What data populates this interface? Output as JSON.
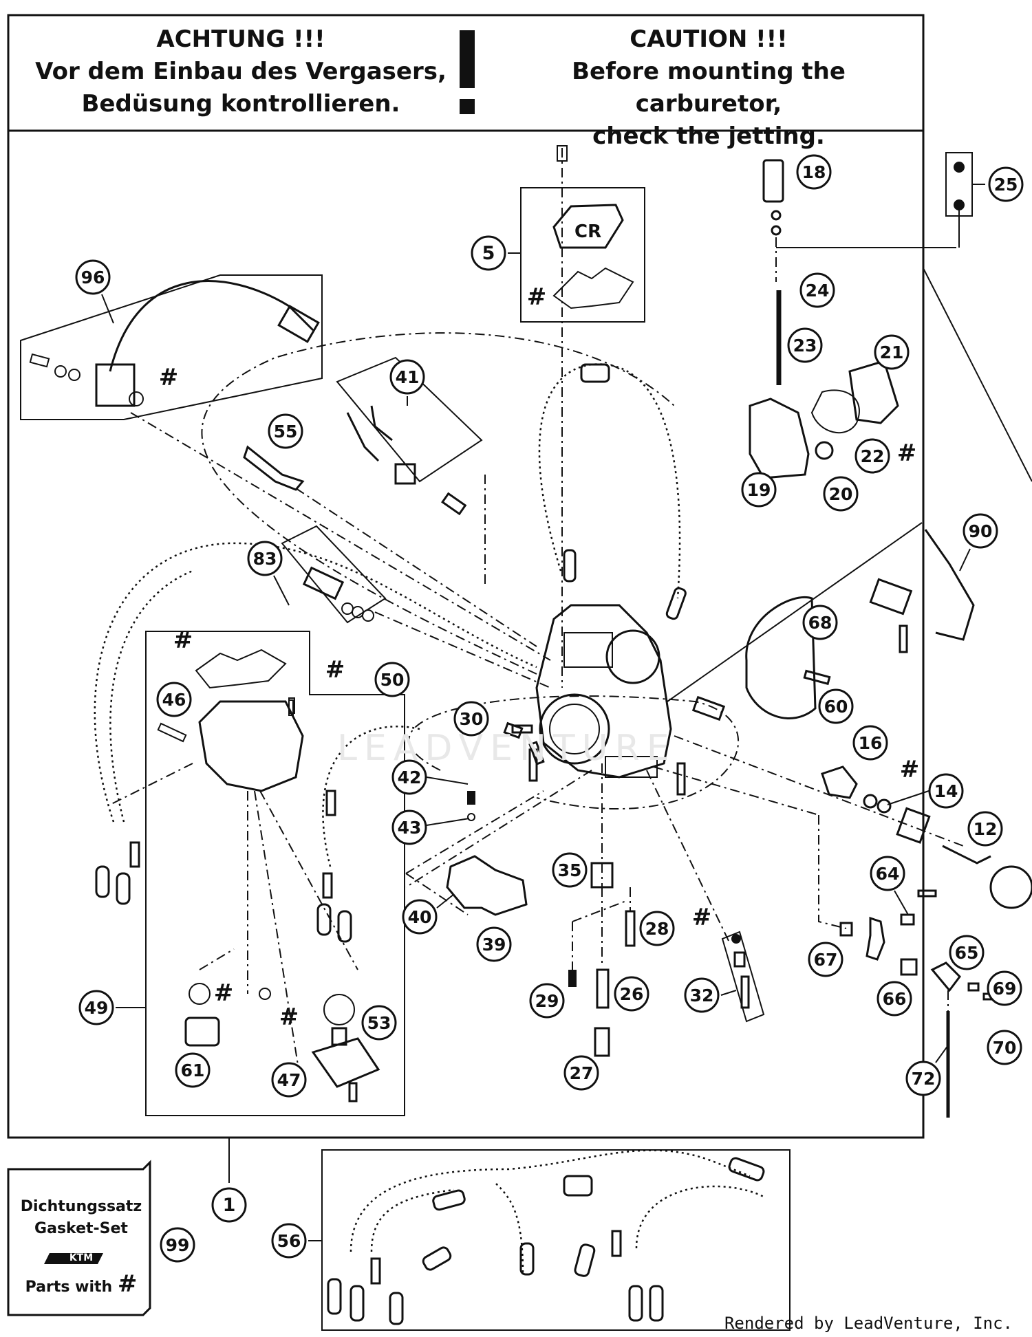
{
  "header": {
    "german": {
      "title": "ACHTUNG !!!",
      "line1": "Vor dem Einbau des Vergasers,",
      "line2": "Bedüsung kontrollieren."
    },
    "english": {
      "title": "CAUTION !!!",
      "line1": "Before mounting the carburetor,",
      "line2": "check the jetting."
    }
  },
  "carb_cover_text": "CR",
  "gasket_set": {
    "line1": "Dichtungssatz",
    "line2": "Gasket-Set",
    "brand": "KTM",
    "line3": "Parts with",
    "symbol": "#"
  },
  "callouts": [
    {
      "num": "1"
    },
    {
      "num": "5"
    },
    {
      "num": "12"
    },
    {
      "num": "14"
    },
    {
      "num": "16"
    },
    {
      "num": "18"
    },
    {
      "num": "19"
    },
    {
      "num": "20"
    },
    {
      "num": "21"
    },
    {
      "num": "22"
    },
    {
      "num": "23"
    },
    {
      "num": "24"
    },
    {
      "num": "25"
    },
    {
      "num": "26"
    },
    {
      "num": "27"
    },
    {
      "num": "28"
    },
    {
      "num": "29"
    },
    {
      "num": "30"
    },
    {
      "num": "32"
    },
    {
      "num": "35"
    },
    {
      "num": "39"
    },
    {
      "num": "40"
    },
    {
      "num": "41"
    },
    {
      "num": "42"
    },
    {
      "num": "43"
    },
    {
      "num": "46"
    },
    {
      "num": "47"
    },
    {
      "num": "49"
    },
    {
      "num": "50"
    },
    {
      "num": "53"
    },
    {
      "num": "55"
    },
    {
      "num": "56"
    },
    {
      "num": "60"
    },
    {
      "num": "61"
    },
    {
      "num": "64"
    },
    {
      "num": "65"
    },
    {
      "num": "66"
    },
    {
      "num": "67"
    },
    {
      "num": "68"
    },
    {
      "num": "69"
    },
    {
      "num": "70"
    },
    {
      "num": "72"
    },
    {
      "num": "83"
    },
    {
      "num": "90"
    },
    {
      "num": "96"
    },
    {
      "num": "99"
    }
  ],
  "gasket_marker": "#",
  "footer": "Rendered by LeadVenture, Inc.",
  "watermark": "LEADVENTURE"
}
